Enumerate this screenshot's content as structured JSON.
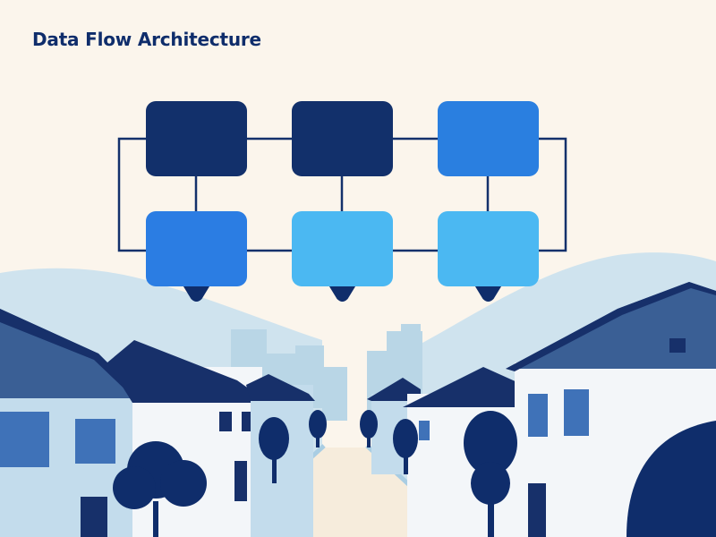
{
  "diagram": {
    "title": "Data Flow Architecture",
    "nodes": [
      {
        "id": "n1",
        "row": 1,
        "col": 1,
        "color": "#12306b"
      },
      {
        "id": "n2",
        "row": 1,
        "col": 2,
        "color": "#12306b"
      },
      {
        "id": "n3",
        "row": 1,
        "col": 3,
        "color": "#2a7fe0"
      },
      {
        "id": "n4",
        "row": 2,
        "col": 1,
        "color": "#2b7de3"
      },
      {
        "id": "n5",
        "row": 2,
        "col": 2,
        "color": "#4bb8f2"
      },
      {
        "id": "n6",
        "row": 2,
        "col": 3,
        "color": "#4bb8f2"
      }
    ],
    "connector_color": "#13306b"
  },
  "scene": {
    "background_color": "#fbf5ec",
    "hill_color": "#cfe3ee",
    "skyline_color": "#b9d6e6",
    "house_light": "#c3dcec",
    "house_white": "#f3f6f9",
    "roof_dark": "#17306a",
    "tree_color": "#0f2d6b"
  }
}
